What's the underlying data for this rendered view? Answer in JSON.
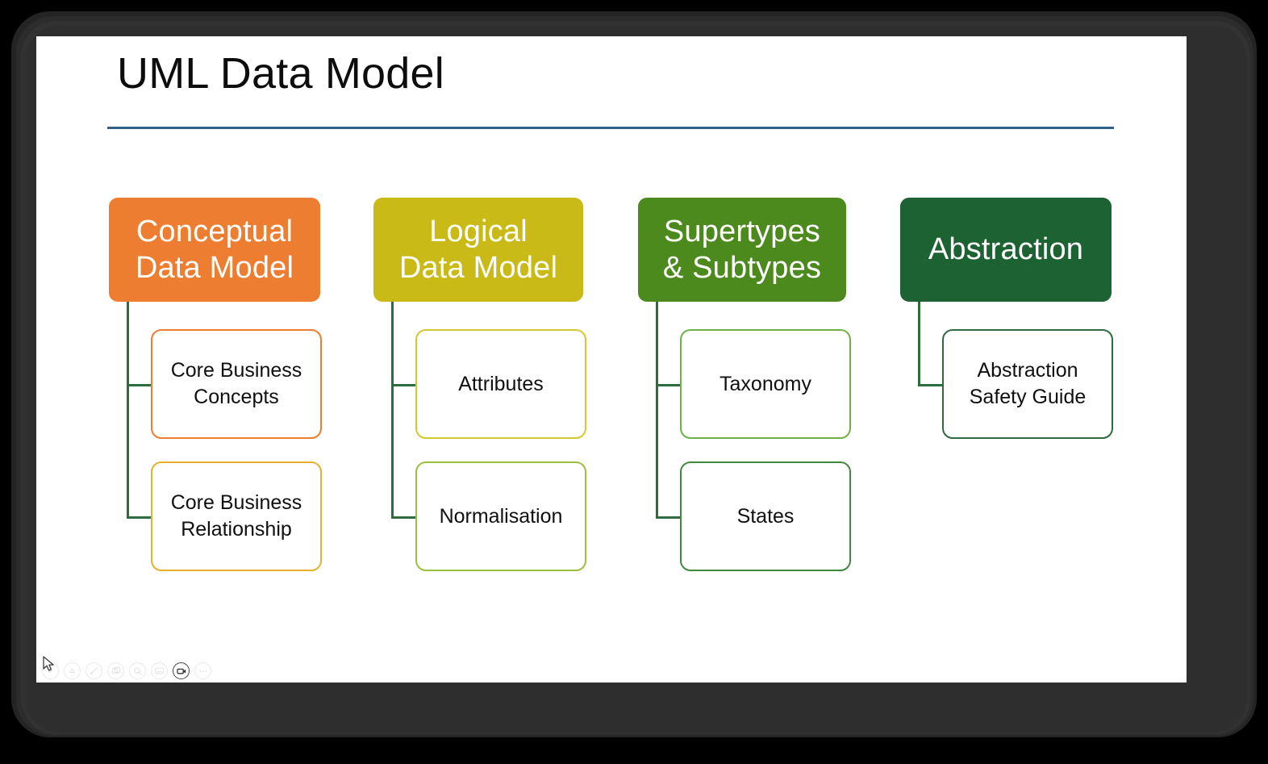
{
  "slide": {
    "title": "UML Data Model",
    "rule_color": "#2e6089",
    "background": "#ffffff"
  },
  "diagram": {
    "connector_color": "#2e6b3d",
    "columns": [
      {
        "header": {
          "label": "Conceptual\nData Model",
          "lines": [
            "Conceptual",
            "Data Model"
          ],
          "fill": "#ED7D31",
          "text_color": "#ffffff"
        },
        "children": [
          {
            "lines": [
              "Core Business",
              "Concepts"
            ],
            "border_color": "#ED7D31",
            "fill": "#ffffff",
            "text_color": "#101010"
          },
          {
            "lines": [
              "Core Business",
              "Relationship"
            ],
            "border_color": "#E8B12D",
            "fill": "#ffffff",
            "text_color": "#101010"
          }
        ]
      },
      {
        "header": {
          "label": "Logical\nData Model",
          "lines": [
            "Logical",
            "Data Model"
          ],
          "fill": "#C9BA17",
          "text_color": "#ffffff"
        },
        "children": [
          {
            "lines": [
              "Attributes"
            ],
            "border_color": "#D4C832",
            "fill": "#ffffff",
            "text_color": "#101010"
          },
          {
            "lines": [
              "Normalisation"
            ],
            "border_color": "#9DBF3F",
            "fill": "#ffffff",
            "text_color": "#101010"
          }
        ]
      },
      {
        "header": {
          "label": "Supertypes\n& Subtypes",
          "lines": [
            "Supertypes",
            "& Subtypes"
          ],
          "fill": "#4D8A1E",
          "text_color": "#ffffff"
        },
        "children": [
          {
            "lines": [
              "Taxonomy"
            ],
            "border_color": "#6FB24A",
            "fill": "#ffffff",
            "text_color": "#101010"
          },
          {
            "lines": [
              "States"
            ],
            "border_color": "#41893F",
            "fill": "#ffffff",
            "text_color": "#101010"
          }
        ]
      },
      {
        "header": {
          "label": "Abstraction",
          "lines": [
            "Abstraction"
          ],
          "fill": "#1D6232",
          "text_color": "#ffffff"
        },
        "children": [
          {
            "lines": [
              "Abstraction",
              "Safety Guide"
            ],
            "border_color": "#2E6B3D",
            "fill": "#ffffff",
            "text_color": "#101010"
          }
        ]
      }
    ]
  },
  "toolbar": {
    "items": [
      {
        "icon": "play-icon",
        "state": "faint"
      },
      {
        "icon": "laser-pointer-icon",
        "state": "faint"
      },
      {
        "icon": "pen-icon",
        "state": "faint"
      },
      {
        "icon": "slides-grid-icon",
        "state": "faint"
      },
      {
        "icon": "zoom-in-icon",
        "state": "faint"
      },
      {
        "icon": "subtitles-icon",
        "state": "faint"
      },
      {
        "icon": "record-video-icon",
        "state": "strong"
      },
      {
        "icon": "more-options-icon",
        "state": "faint"
      }
    ],
    "cursor": "mouse-cursor-icon"
  }
}
